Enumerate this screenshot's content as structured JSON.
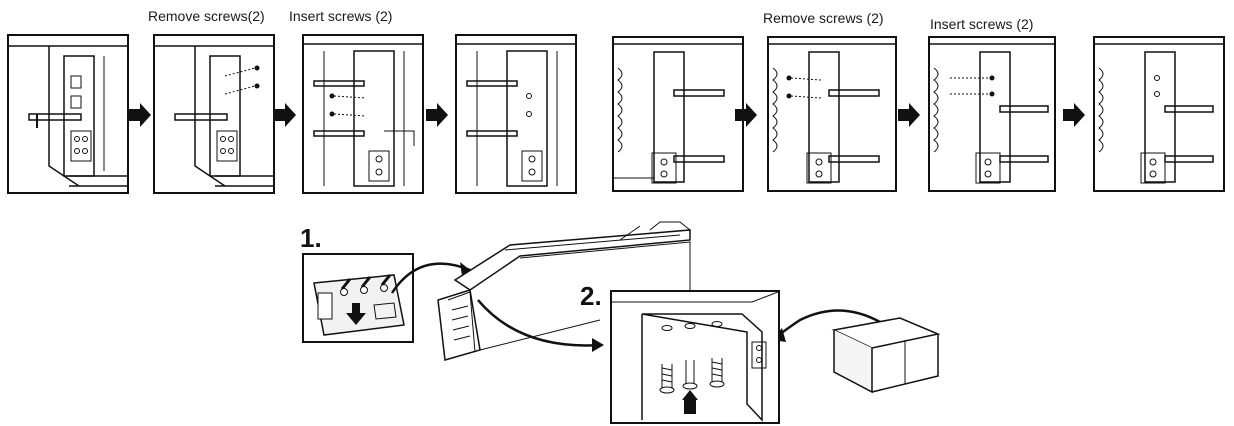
{
  "captions": {
    "remove_left": "Remove screws(2)",
    "insert_left": "Insert screws (2)",
    "remove_right": "Remove screws (2)",
    "insert_right": "Insert screws (2)"
  },
  "steps": {
    "step1": "1.",
    "step2": "2."
  },
  "colors": {
    "line": "#111111",
    "panel_bg": "#ffffff",
    "shade": "#d9d9d9"
  }
}
